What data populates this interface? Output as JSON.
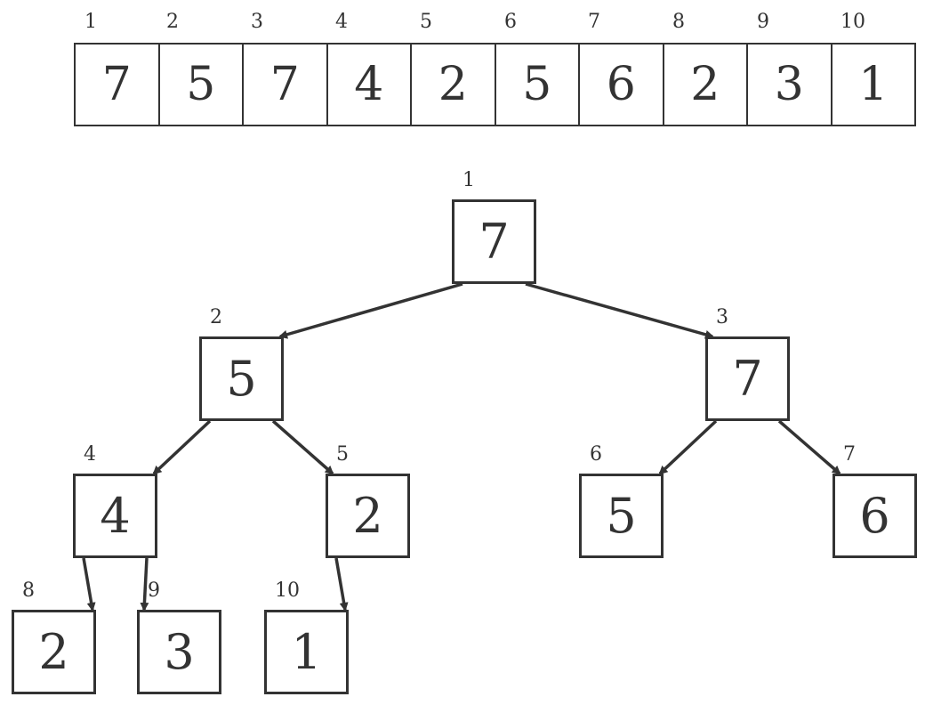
{
  "array": {
    "indices": [
      "1",
      "2",
      "3",
      "4",
      "5",
      "6",
      "7",
      "8",
      "9",
      "10"
    ],
    "values": [
      "7",
      "5",
      "7",
      "4",
      "2",
      "5",
      "6",
      "2",
      "3",
      "1"
    ]
  },
  "tree": {
    "nodes": [
      {
        "index": "1",
        "value": "7"
      },
      {
        "index": "2",
        "value": "5"
      },
      {
        "index": "3",
        "value": "7"
      },
      {
        "index": "4",
        "value": "4"
      },
      {
        "index": "5",
        "value": "2"
      },
      {
        "index": "6",
        "value": "5"
      },
      {
        "index": "7",
        "value": "6"
      },
      {
        "index": "8",
        "value": "2"
      },
      {
        "index": "9",
        "value": "3"
      },
      {
        "index": "10",
        "value": "1"
      }
    ],
    "edges": [
      [
        1,
        2
      ],
      [
        1,
        3
      ],
      [
        2,
        4
      ],
      [
        2,
        5
      ],
      [
        3,
        6
      ],
      [
        3,
        7
      ],
      [
        4,
        8
      ],
      [
        4,
        9
      ],
      [
        5,
        10
      ]
    ]
  },
  "colors": {
    "stroke": "#333333"
  }
}
